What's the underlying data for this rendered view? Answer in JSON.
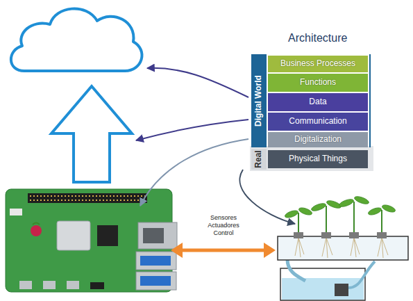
{
  "diagram": {
    "title": "Architecture",
    "nodes": [
      {
        "text": [
          "Digital World"
        ]
      },
      {
        "text": [
          "Business Processes"
        ]
      },
      {
        "text": [
          "Functions"
        ]
      },
      {
        "text": [
          "Data"
        ]
      },
      {
        "text": [
          "Communication"
        ]
      },
      {
        "text": [
          "Digitalization"
        ]
      },
      {
        "text": [
          "Real"
        ]
      },
      {
        "text": [
          "Physical Things"
        ]
      }
    ],
    "labels": [
      "Sensores Actuadores Control"
    ]
  }
}
